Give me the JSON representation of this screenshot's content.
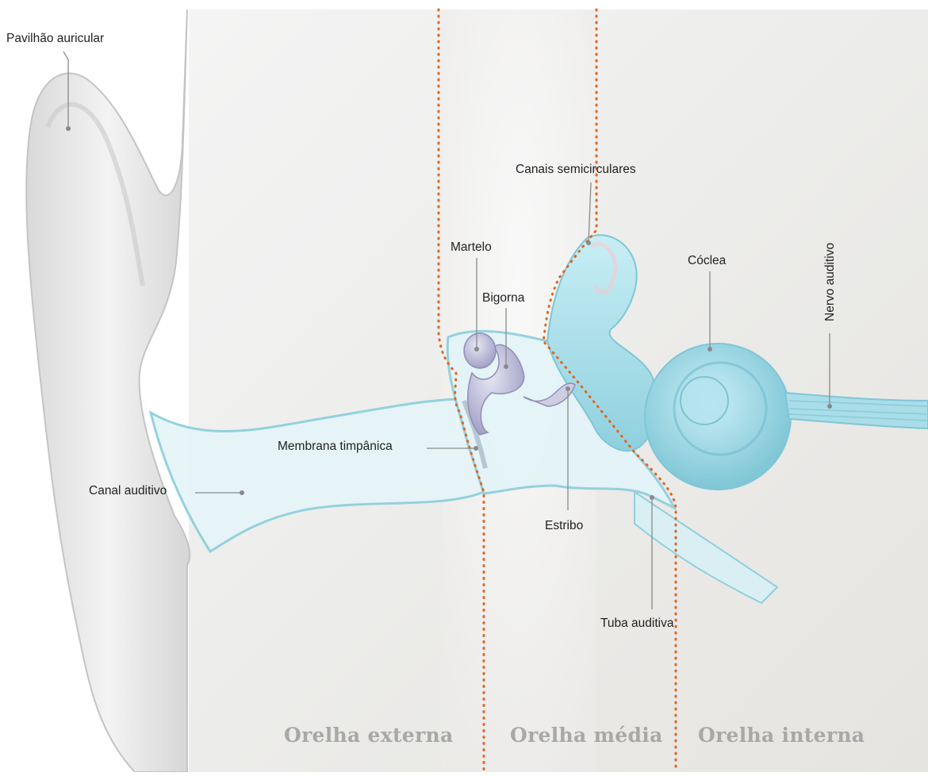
{
  "labels": {
    "pavilhao": "Pavilhão auricular",
    "canal": "Canal auditivo",
    "membrana": "Membrana timpânica",
    "martelo": "Martelo",
    "bigorna": "Bigorna",
    "estribo": "Estribo",
    "canais": "Canais semicirculares",
    "coclea": "Cóclea",
    "nervo": "Nervo auditivo",
    "tuba": "Tuba auditiva"
  },
  "zones": {
    "externa": "Orelha externa",
    "media": "Orelha média",
    "interna": "Orelha interna"
  },
  "colors": {
    "divider": "#e0661f",
    "structure": "#9fd8e3",
    "structure_dark": "#6fbccd",
    "ossicle": "#b9b8d8",
    "skin": "#ececec",
    "zone_text": "#a8a8a8"
  }
}
